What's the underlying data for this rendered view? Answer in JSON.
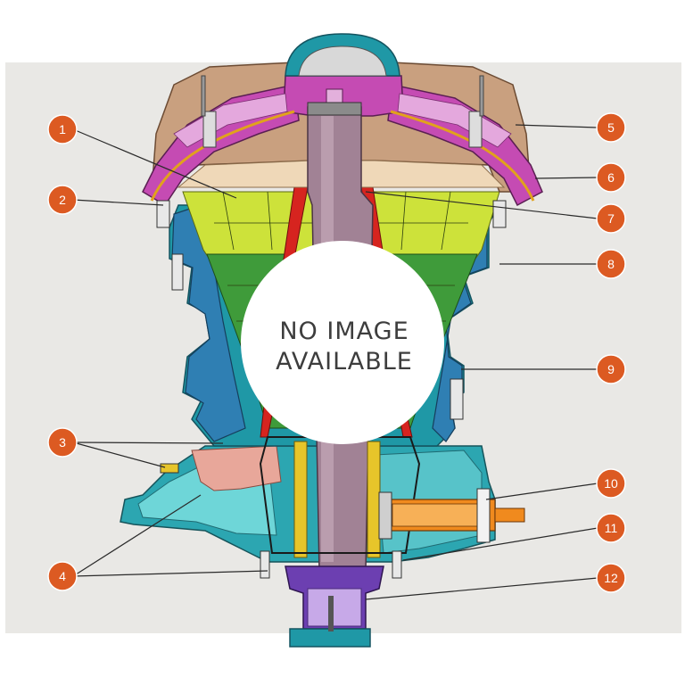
{
  "colors": {
    "background_panel": "#e9e8e5",
    "callout_fill": "#dc5a22",
    "callout_stroke": "#ffffff",
    "leader_line": "#2a2a2a"
  },
  "placeholder": {
    "line1": "NO IMAGE",
    "line2": "AVAILABLE"
  },
  "callouts": [
    {
      "num": "1"
    },
    {
      "num": "2"
    },
    {
      "num": "3"
    },
    {
      "num": "4"
    },
    {
      "num": "5"
    },
    {
      "num": "6"
    },
    {
      "num": "7"
    },
    {
      "num": "8"
    },
    {
      "num": "9"
    },
    {
      "num": "10"
    },
    {
      "num": "11"
    },
    {
      "num": "12"
    }
  ]
}
